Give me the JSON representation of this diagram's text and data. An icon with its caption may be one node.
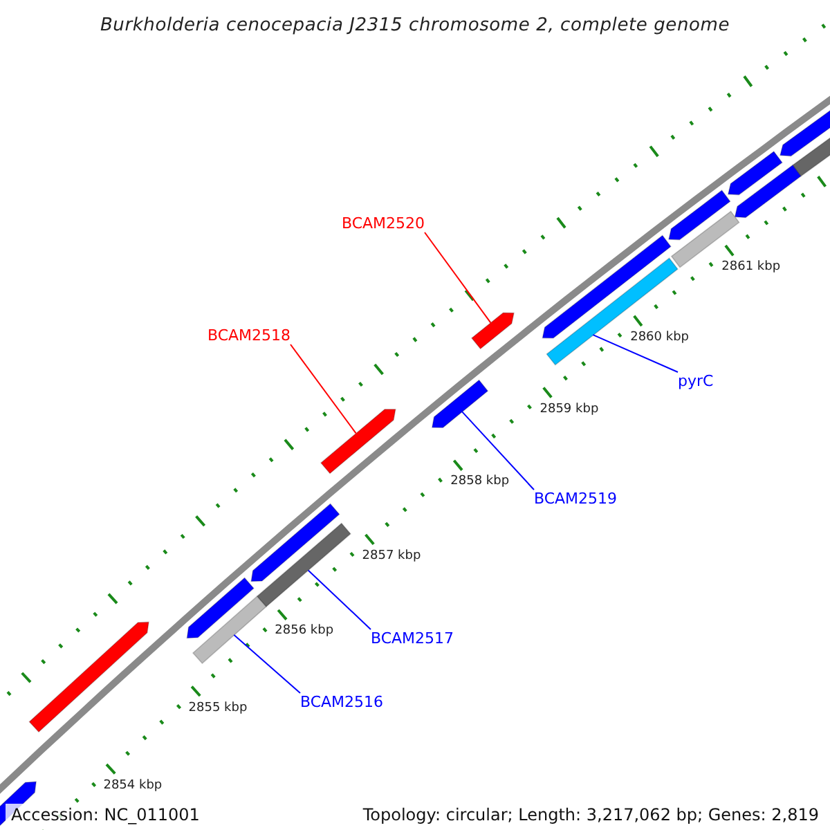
{
  "diagram": {
    "title": "Burkholderia cenocepacia J2315 chromosome 2, complete genome",
    "nodes": [
      {
        "text": [
          "BCAM2520"
        ]
      },
      {
        "text": [],
        "shape": "arrow"
      },
      {
        "text": [
          "BCAM2518"
        ]
      },
      {
        "text": [],
        "shape": "arrow"
      },
      {
        "text": [
          "pyrC"
        ]
      },
      {
        "text": [],
        "shape": "bar"
      },
      {
        "text": [
          "BCAM2519"
        ]
      },
      {
        "text": [],
        "shape": "arrow"
      },
      {
        "text": [
          "BCAM2517"
        ]
      },
      {
        "text": [],
        "shape": "bar"
      },
      {
        "text": [
          "BCAM2516"
        ]
      },
      {
        "text": [],
        "shape": "bar"
      },
      {
        "text": [],
        "shape": "arrow"
      },
      {
        "text": [],
        "shape": "arrow"
      },
      {
        "text": [],
        "shape": "bar"
      },
      {
        "text": [],
        "shape": "arrow"
      },
      {
        "text": [],
        "shape": "arrow"
      },
      {
        "text": [],
        "shape": "bar"
      },
      {
        "text": [],
        "shape": "arrow"
      },
      {
        "text": [],
        "shape": "arrow"
      },
      {
        "text": [],
        "shape": "arrow"
      },
      {
        "text": [],
        "shape": "arrow"
      },
      {
        "text": [],
        "shape": "arrow"
      }
    ],
    "edges": [
      {
        "from": 0,
        "to": 1,
        "arrow": "none",
        "color": "#ff0000"
      },
      {
        "from": 2,
        "to": 3,
        "arrow": "none",
        "color": "#ff0000"
      },
      {
        "from": 4,
        "to": 5,
        "arrow": "none"
      },
      {
        "from": 6,
        "to": 7,
        "arrow": "none"
      },
      {
        "from": 8,
        "to": 9,
        "arrow": "none"
      },
      {
        "from": 10,
        "to": 11,
        "arrow": "none"
      }
    ],
    "labels": [
      "2861 kbp",
      "2860 kbp",
      "2859 kbp",
      "2858 kbp",
      "2857 kbp",
      "2856 kbp",
      "2855 kbp",
      "2854 kbp",
      "Accession: NC_011001",
      "Topology: circular; Length: 3,217,062 bp; Genes: 2,819"
    ]
  }
}
